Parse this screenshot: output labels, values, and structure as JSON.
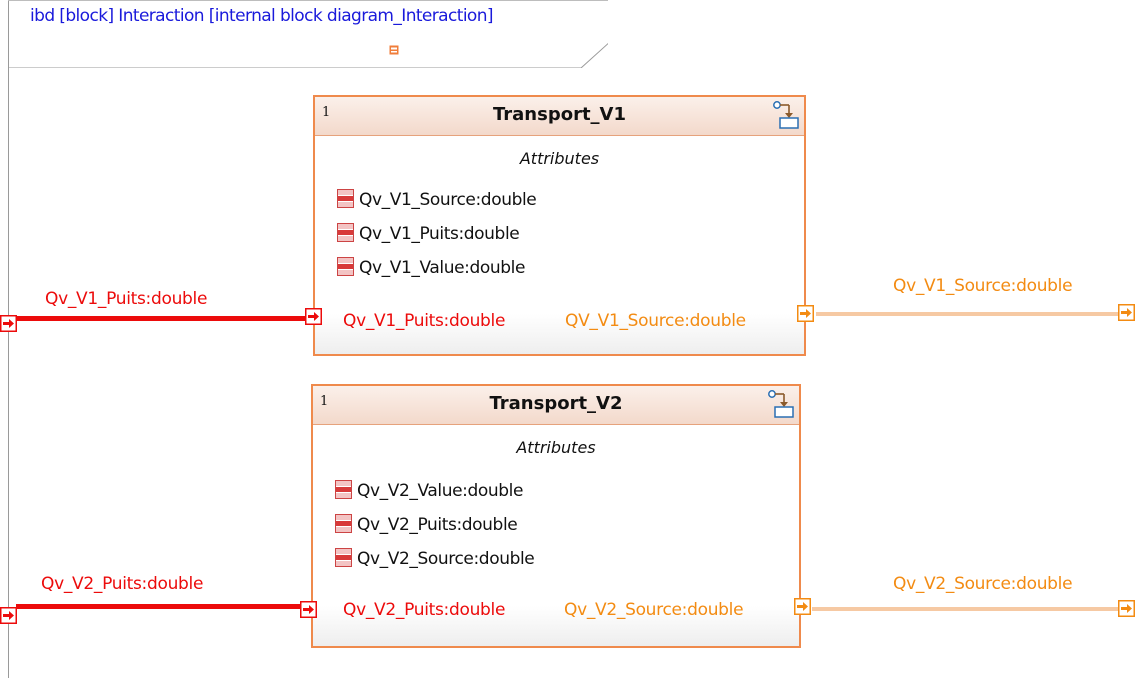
{
  "frame": {
    "title": "ibd [block] Interaction [internal block diagram_Interaction]"
  },
  "blocks": [
    {
      "multiplicity": "1",
      "name": "Transport_V1",
      "attributes_heading": "Attributes",
      "attributes": [
        "Qv_V1_Source:double",
        "Qv_V1_Puits:double",
        "Qv_V1_Value:double"
      ],
      "in_port": "Qv_V1_Puits:double",
      "out_port": "QV_V1_Source:double"
    },
    {
      "multiplicity": "1",
      "name": "Transport_V2",
      "attributes_heading": "Attributes",
      "attributes": [
        "Qv_V2_Value:double",
        "Qv_V2_Puits:double",
        "Qv_V2_Source:double"
      ],
      "in_port": "Qv_V2_Puits:double",
      "out_port": "Qv_V2_Source:double"
    }
  ],
  "connectors": {
    "in_v1": "Qv_V1_Puits:double",
    "out_v1": "Qv_V1_Source:double",
    "in_v2": "Qv_V2_Puits:double",
    "out_v2": "Qv_V2_Source:double"
  },
  "colors": {
    "input_flow": "#ec0b0b",
    "output_flow": "#f38b12",
    "block_border": "#ef8a4c",
    "frame_title": "#1a1adb"
  }
}
